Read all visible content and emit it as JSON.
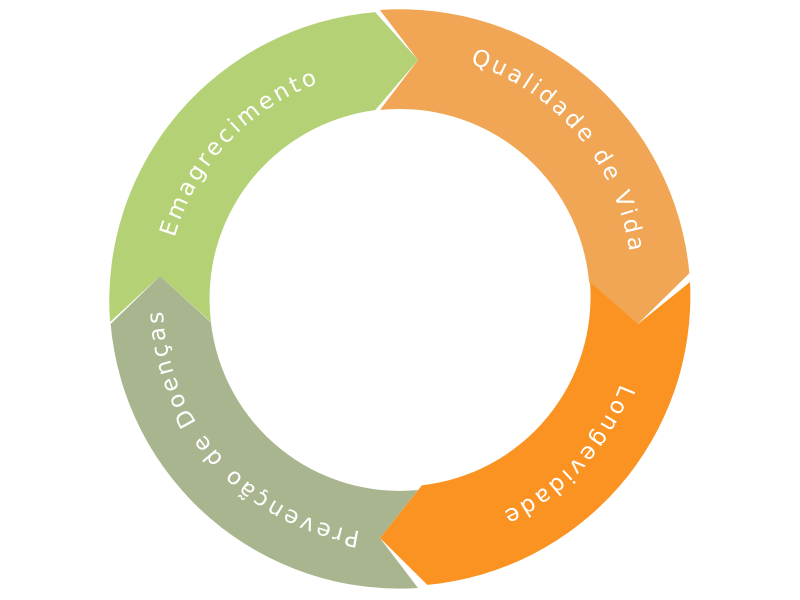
{
  "diagram": {
    "type": "cycle",
    "segments": [
      {
        "id": "quality",
        "label": "Qualidade de Vida",
        "color": "#F0A654"
      },
      {
        "id": "longevity",
        "label": "Longevidade",
        "color": "#FB9322"
      },
      {
        "id": "prevention",
        "label": "Prevenção de Doenças",
        "color": "#A9B58E"
      },
      {
        "id": "weight",
        "label": "Emagrecimento",
        "color": "#B4D175"
      }
    ]
  }
}
